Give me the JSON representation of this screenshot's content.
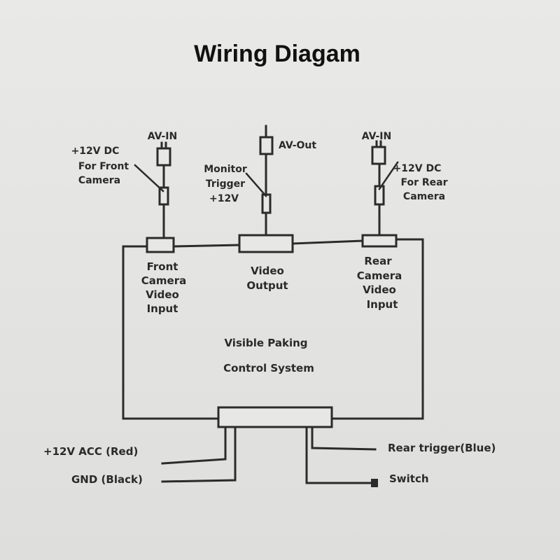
{
  "title": "Wiring Diagam",
  "system": {
    "line1": "Visible Paking",
    "line2": "Control System"
  },
  "top_connectors": {
    "front_av_in": "AV-IN",
    "front_power": [
      "+12V DC",
      "For Front",
      "Camera"
    ],
    "av_out": "AV-Out",
    "monitor_trigger": [
      "Monitor",
      "Trigger",
      "+12V"
    ],
    "rear_av_in": "AV-IN",
    "rear_power": [
      "+12V DC",
      "For Rear",
      "Camera"
    ]
  },
  "inputs": {
    "front": [
      "Front",
      "Camera",
      "Video",
      "Input"
    ],
    "video_output": [
      "Video",
      "Output"
    ],
    "rear": [
      "Rear",
      "Camera",
      "Video",
      "Input"
    ]
  },
  "bottom_wires": {
    "acc": "+12V ACC (Red)",
    "gnd": "GND  (Black)",
    "rear_trigger": "Rear trigger(Blue)",
    "switch": "Switch"
  }
}
